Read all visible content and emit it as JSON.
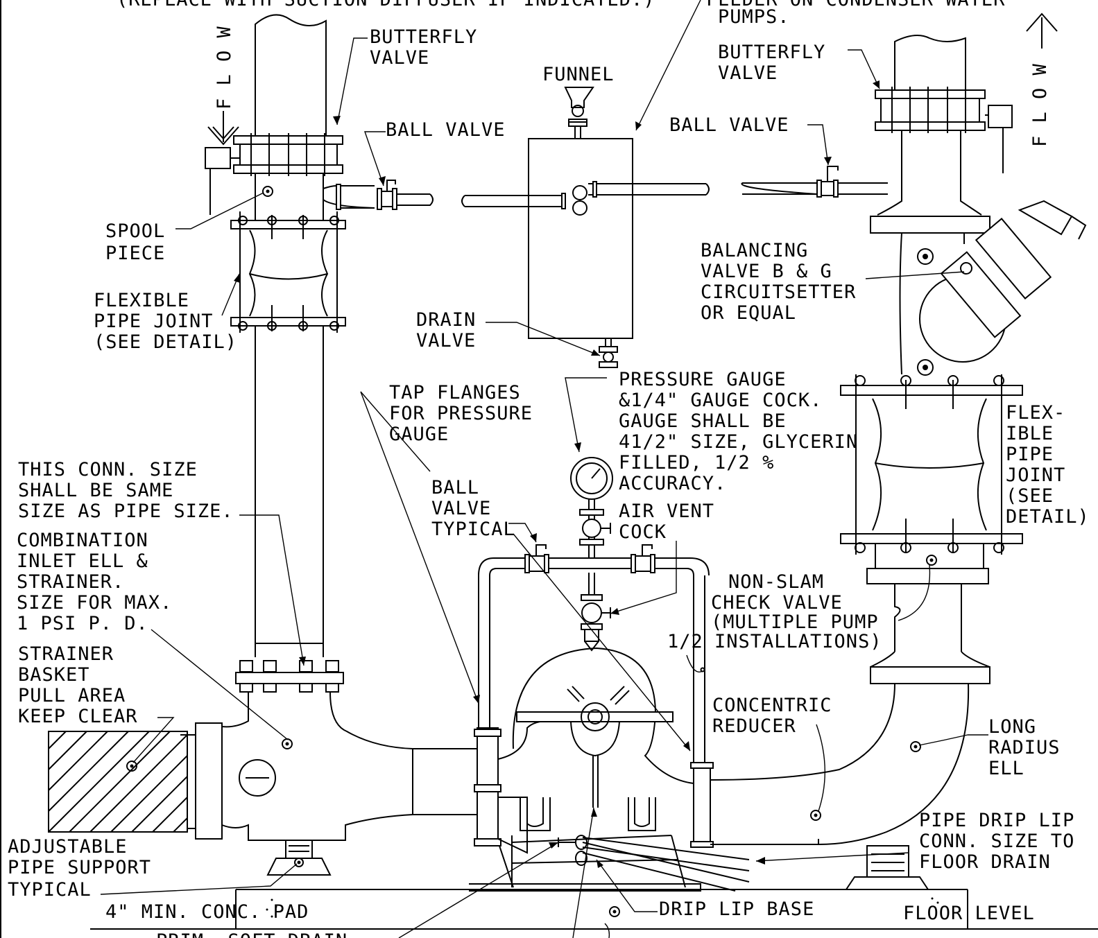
{
  "labels": {
    "top_left_note": "(REPLACE WITH SUCTION DIFFUSER IF INDICATED.)",
    "top_right_note_1": "FEEDER ON CONDENSER WATER",
    "top_right_note_2": "PUMPS.",
    "flow": "F L O W",
    "butterfly_valve_left_1": "BUTTERFLY",
    "butterfly_valve_left_2": "VALVE",
    "funnel": "FUNNEL",
    "butterfly_valve_right_1": "BUTTERFLY",
    "butterfly_valve_right_2": "VALVE",
    "ball_valve_left": "BALL VALVE",
    "ball_valve_right": "BALL VALVE",
    "spool_piece_1": "SPOOL",
    "spool_piece_2": "PIECE",
    "balancing_1": "BALANCING",
    "balancing_2": "VALVE B & G",
    "balancing_3": "CIRCUITSETTER",
    "balancing_4": "OR EQUAL",
    "flex_left_1": "FLEXIBLE",
    "flex_left_2": "PIPE JOINT",
    "flex_left_3": "(SEE DETAIL)",
    "drain_valve_1": "DRAIN",
    "drain_valve_2": "VALVE",
    "tap_flanges_1": "TAP FLANGES",
    "tap_flanges_2": "FOR PRESSURE",
    "tap_flanges_3": "GAUGE",
    "pressure_gauge_1": "PRESSURE GAUGE",
    "pressure_gauge_2": "&1/4\" GAUGE COCK.",
    "pressure_gauge_3": "GAUGE SHALL BE",
    "pressure_gauge_4": "41/2\" SIZE, GLYCERIN",
    "pressure_gauge_5": "FILLED, 1/2 %",
    "pressure_gauge_6": "ACCURACY.",
    "flex_right_1": "FLEX-",
    "flex_right_2": "IBLE",
    "flex_right_3": "PIPE",
    "flex_right_4": "JOINT",
    "flex_right_5": "(SEE",
    "flex_right_6": "DETAIL)",
    "conn_size_1": "THIS CONN. SIZE",
    "conn_size_2": "SHALL BE SAME",
    "conn_size_3": "SIZE AS PIPE SIZE.",
    "ball_valve_typ_1": "BALL",
    "ball_valve_typ_2": "VALVE",
    "ball_valve_typ_3": "TYPICAL",
    "air_vent_1": "AIR VENT",
    "air_vent_2": "COCK",
    "combination_1": "COMBINATION",
    "combination_2": "INLET ELL &",
    "combination_3": "STRAINER.",
    "combination_4": "SIZE FOR MAX.",
    "combination_5": "1 PSI  P. D.",
    "non_slam_1": "NON-SLAM",
    "non_slam_2": "CHECK VALVE",
    "non_slam_3": "(MULTIPLE PUMP",
    "non_slam_4": "INSTALLATIONS)",
    "half": "1/2",
    "strainer_1": "STRAINER",
    "strainer_2": "BASKET",
    "strainer_3": "PULL AREA",
    "strainer_4": "KEEP CLEAR",
    "concentric_1": "CONCENTRIC",
    "concentric_2": "REDUCER",
    "long_radius_1": "LONG",
    "long_radius_2": "RADIUS",
    "long_radius_3": "ELL",
    "pipe_drip_1": "PIPE DRIP LIP",
    "pipe_drip_2": "CONN. SIZE TO",
    "pipe_drip_3": "FLOOR DRAIN",
    "adjustable_1": "ADJUSTABLE",
    "adjustable_2": "PIPE SUPPORT",
    "adjustable_3": "TYPICAL",
    "conc_pad": "4\" MIN. CONC. PAD",
    "drip_lip_base": "DRIP LIP BASE",
    "floor_level": "FLOOR LEVEL",
    "bottom_cut": "PRIM. SOFT DRAIN"
  }
}
